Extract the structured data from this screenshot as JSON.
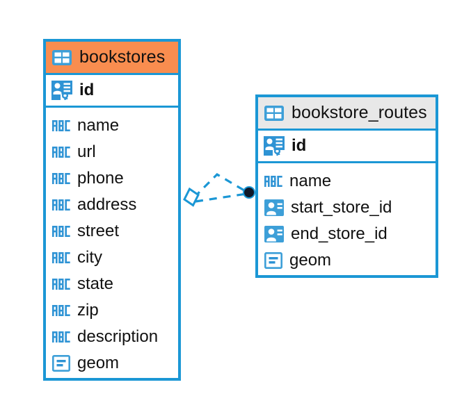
{
  "diagram": {
    "type": "entity-relationship-diagram",
    "background": "#ffffff",
    "accent_blue": "#1b97d5",
    "highlight_orange": "#f98d4f",
    "header_gray": "#e8e8e8",
    "text_color": "#111111"
  },
  "entities": [
    {
      "name": "bookstores",
      "header_style": "accent-orange",
      "icon": "table-icon",
      "primary_key": {
        "label": "id",
        "icon": "primary-key-icon"
      },
      "fields": [
        {
          "label": "name",
          "icon": "abc-text-icon"
        },
        {
          "label": "url",
          "icon": "abc-text-icon"
        },
        {
          "label": "phone",
          "icon": "abc-text-icon"
        },
        {
          "label": "address",
          "icon": "abc-text-icon"
        },
        {
          "label": "street",
          "icon": "abc-text-icon"
        },
        {
          "label": "city",
          "icon": "abc-text-icon"
        },
        {
          "label": "state",
          "icon": "abc-text-icon"
        },
        {
          "label": "zip",
          "icon": "abc-text-icon"
        },
        {
          "label": "description",
          "icon": "abc-text-icon"
        },
        {
          "label": "geom",
          "icon": "geometry-icon"
        }
      ]
    },
    {
      "name": "bookstore_routes",
      "header_style": "accent-gray",
      "icon": "table-icon",
      "primary_key": {
        "label": "id",
        "icon": "primary-key-icon"
      },
      "fields": [
        {
          "label": "name",
          "icon": "abc-text-icon"
        },
        {
          "label": "start_store_id",
          "icon": "foreign-key-icon"
        },
        {
          "label": "end_store_id",
          "icon": "foreign-key-icon"
        },
        {
          "label": "geom",
          "icon": "geometry-icon"
        }
      ]
    }
  ],
  "relationship": {
    "style": "dashed",
    "color": "#1b97d5",
    "source_marker": "diamond-handle",
    "target_marker": "filled-circle",
    "target_marker_color": "#101828"
  }
}
